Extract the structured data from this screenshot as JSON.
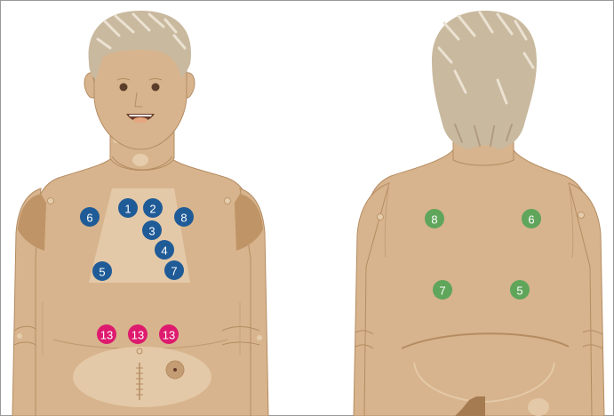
{
  "colors": {
    "background": "#ffffff",
    "frame": "#999999",
    "skin": "#d7b48d",
    "skin_shadow": "#c49d74",
    "skin_light": "#e5ccac",
    "lung_panel": "#e4c9a8",
    "shoulder_pad": "#bf9466",
    "outline": "#b58c62",
    "hair": "#c9b99f",
    "hair_highlight": "#ebe2d2",
    "hair_shadow": "#b09c80",
    "eye": "#5a3e2b",
    "mouth": "#6b3b2a",
    "tongue": "#e6a67f",
    "anterior_marker": "#1f5b97",
    "posterior_marker": "#5fa55a",
    "abdominal_marker": "#de1a6e",
    "marker_text": "#ffffff"
  },
  "front_view": {
    "markers": [
      {
        "label": "1",
        "group": "anterior"
      },
      {
        "label": "2",
        "group": "anterior"
      },
      {
        "label": "6",
        "group": "anterior"
      },
      {
        "label": "8",
        "group": "anterior"
      },
      {
        "label": "3",
        "group": "anterior"
      },
      {
        "label": "4",
        "group": "anterior"
      },
      {
        "label": "5",
        "group": "anterior"
      },
      {
        "label": "7",
        "group": "anterior"
      },
      {
        "label": "13",
        "group": "abdominal"
      },
      {
        "label": "13",
        "group": "abdominal"
      },
      {
        "label": "13",
        "group": "abdominal"
      }
    ]
  },
  "back_view": {
    "markers": [
      {
        "label": "8",
        "group": "posterior"
      },
      {
        "label": "6",
        "group": "posterior"
      },
      {
        "label": "7",
        "group": "posterior"
      },
      {
        "label": "5",
        "group": "posterior"
      }
    ]
  }
}
